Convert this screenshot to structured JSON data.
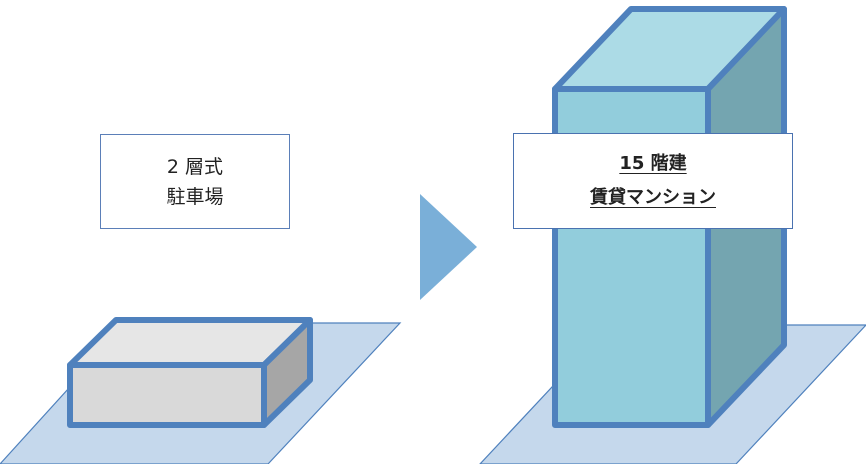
{
  "left_building": {
    "label_line1": "2 層式",
    "label_line2": "駐車場",
    "front_color": "#d9d9d9",
    "side_color": "#a6a6a6",
    "top_color": "#e6e6e6"
  },
  "right_building": {
    "label_line1": "15 階建",
    "label_line2": "賃貸マンション",
    "front_color": "#92cddc",
    "side_color": "#74a5b0",
    "top_color": "#acdbe6"
  },
  "ground_color": "#c5d8ec",
  "outline_color": "#4f81bd",
  "arrow_color": "#7aafd8"
}
